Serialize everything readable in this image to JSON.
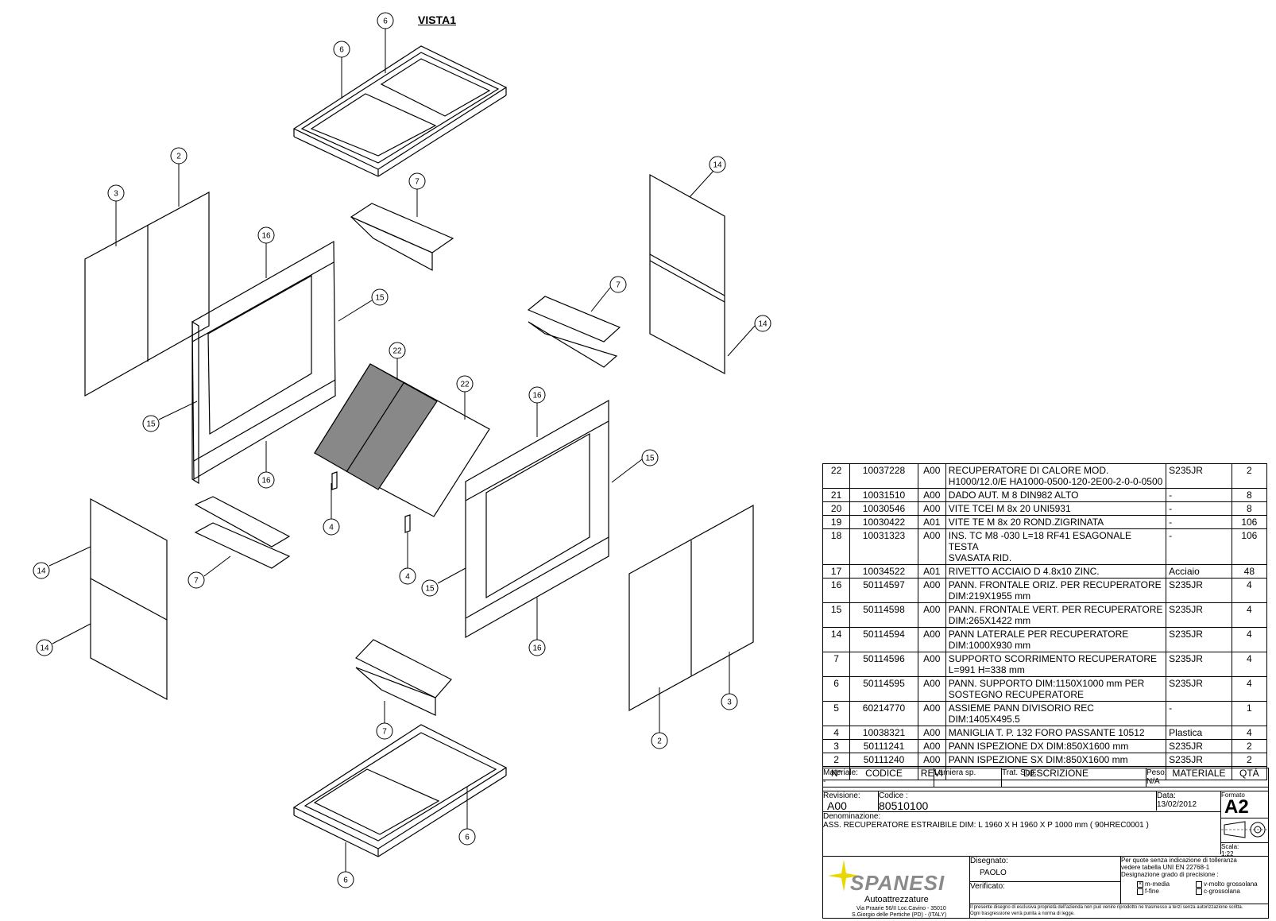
{
  "view_title": "VISTA1",
  "callouts": [
    "6",
    "6",
    "2",
    "3",
    "7",
    "16",
    "14",
    "15",
    "7",
    "22",
    "22",
    "14",
    "15",
    "16",
    "16",
    "15",
    "14",
    "4",
    "4",
    "7",
    "14",
    "15",
    "16",
    "3",
    "7",
    "2",
    "6",
    "6"
  ],
  "bom": {
    "rows": [
      {
        "n": "22",
        "code": "10037228",
        "rev": "A00",
        "desc": "RECUPERATORE DI CALORE MOD.",
        "desc2": "H1000/12.0/E HA1000-0500-120-2E00-2-0-0-0500",
        "mat": "S235JR",
        "qty": "2"
      },
      {
        "n": "21",
        "code": "10031510",
        "rev": "A00",
        "desc": "DADO AUT. M 8 DIN982 ALTO",
        "desc2": "",
        "mat": "-",
        "qty": "8"
      },
      {
        "n": "20",
        "code": "10030546",
        "rev": "A00",
        "desc": "VITE TCEI M 8x 20 UNI5931",
        "desc2": "",
        "mat": "-",
        "qty": "8"
      },
      {
        "n": "19",
        "code": "10030422",
        "rev": "A01",
        "desc": "VITE TE M 8x 20 ROND.ZIGRINATA",
        "desc2": "",
        "mat": "-",
        "qty": "106"
      },
      {
        "n": "18",
        "code": "10031323",
        "rev": "A00",
        "desc": "INS. TC M8 -030 L=18 RF41 ESAGONALE TESTA",
        "desc2": "SVASATA RID.",
        "mat": "-",
        "qty": "106"
      },
      {
        "n": "17",
        "code": "10034522",
        "rev": "A01",
        "desc": "RIVETTO ACCIAIO  D 4.8x10 ZINC.",
        "desc2": "",
        "mat": "Acciaio",
        "qty": "48"
      },
      {
        "n": "16",
        "code": "50114597",
        "rev": "A00",
        "desc": "PANN. FRONTALE ORIZ. PER RECUPERATORE",
        "desc2": "DIM:219X1955 mm",
        "mat": "S235JR",
        "qty": "4"
      },
      {
        "n": "15",
        "code": "50114598",
        "rev": "A00",
        "desc": "PANN. FRONTALE VERT. PER RECUPERATORE",
        "desc2": "DIM:265X1422 mm",
        "mat": "S235JR",
        "qty": "4"
      },
      {
        "n": "14",
        "code": "50114594",
        "rev": "A00",
        "desc": "PANN LATERALE PER RECUPERATORE",
        "desc2": "DIM:1000X930 mm",
        "mat": "S235JR",
        "qty": "4"
      },
      {
        "n": "7",
        "code": "50114596",
        "rev": "A00",
        "desc": "SUPPORTO SCORRIMENTO RECUPERATORE",
        "desc2": "L=991 H=338 mm",
        "mat": "S235JR",
        "qty": "4"
      },
      {
        "n": "6",
        "code": "50114595",
        "rev": "A00",
        "desc": "PANN. SUPPORTO DIM:1150X1000 mm PER",
        "desc2": "SOSTEGNO RECUPERATORE",
        "mat": "S235JR",
        "qty": "4"
      },
      {
        "n": "5",
        "code": "60214770",
        "rev": "A00",
        "desc": "ASSIEME PANN DIVISORIO REC DIM:1405X495.5",
        "desc2": "",
        "mat": "-",
        "qty": "1"
      },
      {
        "n": "4",
        "code": "10038321",
        "rev": "A00",
        "desc": "MANIGLIA T. P. 132 FORO PASSANTE 10512",
        "desc2": "",
        "mat": "Plastica",
        "qty": "4"
      },
      {
        "n": "3",
        "code": "50111241",
        "rev": "A00",
        "desc": "PANN ISPEZIONE DX DIM:850X1600 mm",
        "desc2": "",
        "mat": "S235JR",
        "qty": "2"
      },
      {
        "n": "2",
        "code": "50111240",
        "rev": "A00",
        "desc": "PANN ISPEZIONE SX DIM:850X1600 mm",
        "desc2": "",
        "mat": "S235JR",
        "qty": "2"
      }
    ],
    "header": {
      "n": "N°",
      "code": "CODICE",
      "rev": "REVI",
      "desc": "DESCRIZIONE",
      "mat": "MATERIALE",
      "qty": "QTÀ"
    }
  },
  "title_block": {
    "materiale_label": "Materiale:",
    "materiale_value": "-",
    "lamiera_label": "Lamiera sp.",
    "trat_label": "Trat. Sup.:",
    "peso_label": "Peso:",
    "peso_value": "N/A",
    "revisione_label": "Revisione:",
    "revisione_value": "A00",
    "codice_label": "Codice :",
    "codice_value": "80510100",
    "data_label": "Data:",
    "data_value": "13/02/2012",
    "formato_label": "Formato",
    "formato_value": "A2",
    "denominazione_label": "Denominazione:",
    "denominazione_value": "ASS. RECUPERATORE ESTRAIBILE DIM: L 1960 X H 1960 X P 1000 mm ( 90HREC0001 )",
    "scala_label": "Scala:",
    "scala_value": "1:22",
    "logo_text": "SPANESI",
    "company_sub": "Autoattrezzature",
    "address1": "Via Praarie 56/II  Loc.Cavino - 35010",
    "address2": "S.Giorgio delle Pertiche (PD) - (ITALY)",
    "disegnato_label": "Disegnato:",
    "disegnato_value": "PAOLO",
    "verificato_label": "Verificato:",
    "toll1": "Per quote senza indicazione di tolleranza",
    "toll2": "vedere tabella UNI EN 22768-1",
    "toll3": "Designazione grado di precisione :",
    "opt_m": "m-media",
    "opt_v": "v-molto grossolana",
    "opt_f": "f-fine",
    "opt_c": "c-grossolana",
    "legal1": "Il presente disegno di esclusiva proprietà dell'azienda non può venire riprodotto ne trasmesso a terzi senza autorizzazione scritta.",
    "legal2": "Ogni trasgressione verrà punita a norma di legge."
  }
}
